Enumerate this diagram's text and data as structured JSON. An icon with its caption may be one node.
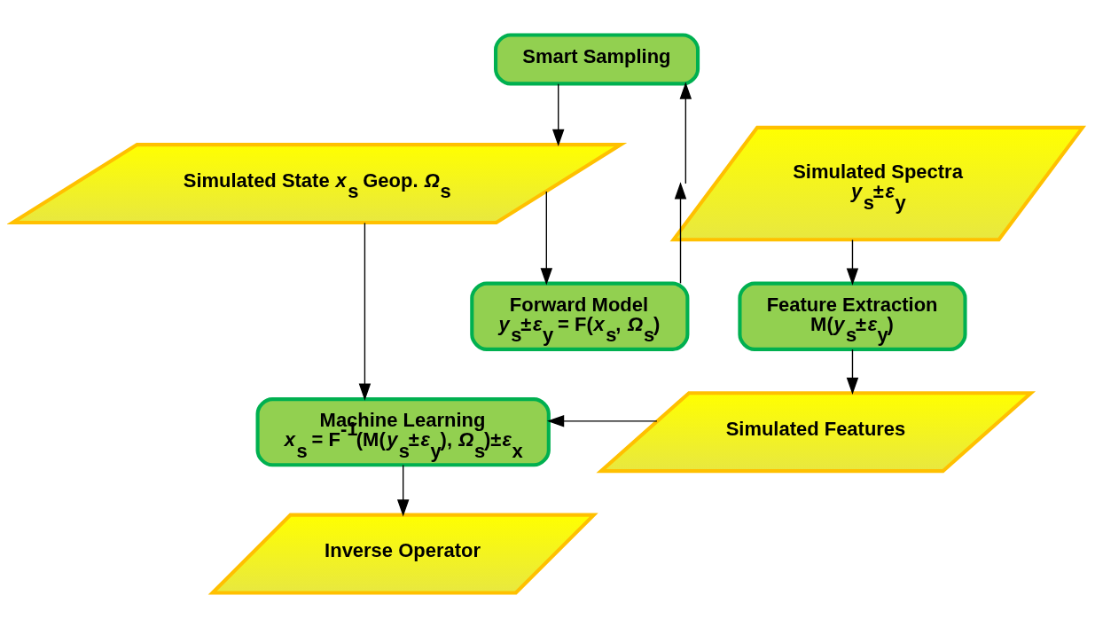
{
  "diagram": {
    "nodes": [
      {
        "text": [
          "Smart Sampling"
        ]
      },
      {
        "text": [
          "Simulated State *x*$_{s}$ Geop. *Ω*$_{s}$"
        ]
      },
      {
        "text": [
          "Simulated Spectra",
          "*y*$_{s}$±*ε*$_{y}$"
        ]
      },
      {
        "text": [
          "Feature Extraction",
          "M(*y*$_{s}$±*ε*$_{y}$)"
        ]
      },
      {
        "text": [
          "Forward Model",
          "*y*$_{s}$±*ε*$_{y}$ = F(*x*$_{s}$, *Ω*$_{s}$)"
        ]
      },
      {
        "text": [
          "Simulated Features"
        ]
      },
      {
        "text": [
          "Machine Learning",
          "*x*$_{s}$ = F$^{-1}$(M(*y*$_{s}$±*ε*$_{y}$), *Ω*$_{s}$)±*ε*$_{x}$"
        ]
      },
      {
        "text": [
          "Inverse Operator"
        ]
      }
    ],
    "edges": [
      {
        "from": 0,
        "to": 1,
        "arrow": "to"
      },
      {
        "from": 2,
        "to": 0,
        "arrow": "to"
      },
      {
        "from": 1,
        "to": 4,
        "arrow": "to"
      },
      {
        "from": 4,
        "to": 2,
        "arrow": "to"
      },
      {
        "from": 2,
        "to": 3,
        "arrow": "to"
      },
      {
        "from": 3,
        "to": 5,
        "arrow": "to"
      },
      {
        "from": 5,
        "to": 6,
        "arrow": "to"
      },
      {
        "from": 1,
        "to": 6,
        "arrow": "to"
      },
      {
        "from": 6,
        "to": 7,
        "arrow": "to"
      }
    ]
  }
}
